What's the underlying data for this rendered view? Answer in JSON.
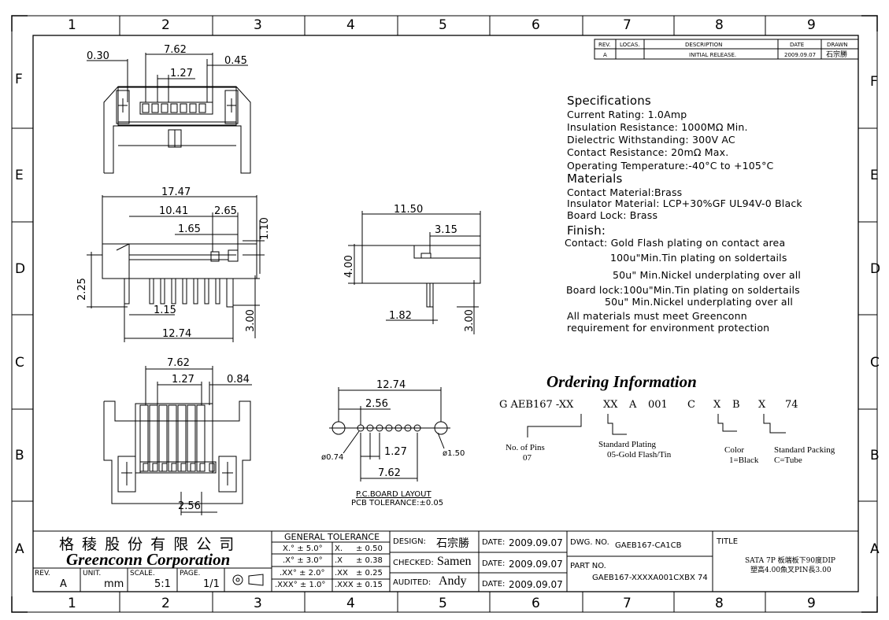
{
  "grid": {
    "cols": [
      "1",
      "2",
      "3",
      "4",
      "5",
      "6",
      "7",
      "8",
      "9"
    ],
    "rows": [
      "F",
      "E",
      "D",
      "C",
      "B",
      "A"
    ]
  },
  "revision_table": {
    "headers": [
      "REV.",
      "LOCAS.",
      "DESCRIPTION",
      "DATE",
      "DRAWN"
    ],
    "row": [
      "A",
      "",
      "INITIAL RELEASE.",
      "2009.09.07",
      "石宗勝"
    ]
  },
  "dims": {
    "top_view": {
      "d030": "0.30",
      "d762": "7.62",
      "d127": "1.27",
      "d045": "0.45"
    },
    "front_view": {
      "d1747": "17.47",
      "d1041": "10.41",
      "d265": "2.65",
      "d165": "1.65",
      "d110": "1.10",
      "d225": "2.25",
      "d115": "1.15",
      "d300": "3.00",
      "d1274": "12.74"
    },
    "side_view": {
      "d1150": "11.50",
      "d315": "3.15",
      "d400": "4.00",
      "d182": "1.82",
      "d300": "3.00"
    },
    "bottom_view": {
      "d762": "7.62",
      "d127": "1.27",
      "d084": "0.84",
      "d256": "2.56"
    },
    "pcb": {
      "d1274": "12.74",
      "d256": "2.56",
      "d074": "ø0.74",
      "d127": "1.27",
      "d150": "ø1.50",
      "d762": "7.62",
      "label": "P.C.BOARD LAYOUT",
      "tolerance": "PCB TOLERANCE:±0.05"
    }
  },
  "specifications": {
    "title": "Specifications",
    "lines": [
      "Current Rating: 1.0Amp",
      "Insulation Resistance: 1000MΩ Min.",
      "Dielectric Withstanding: 300V AC",
      "Contact Resistance: 20mΩ Max.",
      "Operating Temperature:-40°C to +105°C"
    ],
    "materials_title": "Materials",
    "materials": [
      "Contact Material:Brass",
      "Insulator Material: LCP+30%GF UL94V-0 Black",
      "Board Lock: Brass"
    ],
    "finish_title": "Finish:",
    "finish": [
      "Contact: Gold Flash plating on contact area",
      "100u\"Min.Tin plating on soldertails",
      "50u\" Min.Nickel underplating over all",
      "Board lock:100u\"Min.Tin plating on soldertails",
      "50u\" Min.Nickel underplating over all",
      "All materials must meet Greenconn",
      "requirement for environment protection"
    ]
  },
  "ordering": {
    "title": "Ordering Information",
    "code": [
      "G AEB167 -XX",
      "XX",
      "A",
      "001",
      "C",
      "X",
      "B",
      "X",
      "74"
    ],
    "notes": {
      "pins_label": "No. of Pins",
      "pins_value": "07",
      "plating_label": "Standard Plating",
      "plating_value": "05-Gold Flash/Tin",
      "color_label": "Color",
      "color_value": "1=Black",
      "packing_label": "Standard Packing",
      "packing_value": "C=Tube"
    }
  },
  "title_block": {
    "company_cn": "格 稜 股 份 有 限 公 司",
    "company_en": "Greenconn Corporation",
    "rev_label": "REV.",
    "rev_value": "A",
    "unit_label": "UNIT.",
    "unit_value": "mm",
    "scale_label": "SCALE.",
    "scale_value": "5:1",
    "page_label": "PAGE.",
    "page_value": "1/1",
    "tolerance_title": "GENERAL  TOLERANCE",
    "tolerance_rows": [
      [
        "X.° ± 5.0°",
        "X.",
        "± 0.50"
      ],
      [
        ".X° ± 3.0°",
        ".X",
        "± 0.38"
      ],
      [
        ".XX° ± 2.0°",
        ".XX",
        "± 0.25"
      ],
      [
        ".XXX° ± 1.0°",
        ".XXX",
        "± 0.15"
      ]
    ],
    "design_label": "DESIGN:",
    "design_value": "石宗勝",
    "checked_label": "CHECKED:",
    "checked_value": "Samen",
    "audited_label": "AUDITED:",
    "audited_value": "Andy",
    "date_label": "DATE:",
    "date_value": "2009.09.07",
    "dwg_label": "DWG. NO.",
    "dwg_value": "GAEB167-CA1CB",
    "part_label": "PART NO.",
    "part_value": "GAEB167-XXXXA001CXBX 74",
    "title_label": "TITLE",
    "title_line1": "SATA 7P 板端板下90度DIP",
    "title_line2": "塑高4.00魚叉PIN長3.00"
  }
}
